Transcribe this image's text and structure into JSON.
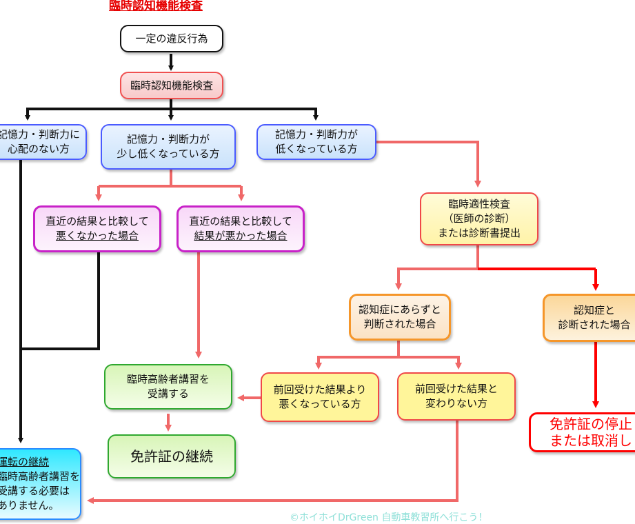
{
  "title": "臨時認知機能検査",
  "colors": {
    "title": "#e60000",
    "black_line": "#111111",
    "pink_line": "#f06868",
    "red_line": "#ff0000"
  },
  "nodes": {
    "violation": {
      "lines": [
        "一定の違反行為"
      ]
    },
    "exam": {
      "lines": [
        "臨時認知機能検査"
      ]
    },
    "no_concern": {
      "lines": [
        "記憶力・判断力に",
        "心配のない方"
      ]
    },
    "slightly_low": {
      "lines": [
        "記憶力・判断力が",
        "少し低くなっている方"
      ]
    },
    "low": {
      "lines": [
        "記憶力・判断力が",
        "低くなっている方"
      ]
    },
    "not_worse": {
      "lines": [
        "直近の結果と比較して",
        "悪くなかった場合"
      ]
    },
    "worse": {
      "lines": [
        "直近の結果と比較して",
        "結果が悪かった場合"
      ]
    },
    "aptitude": {
      "lines": [
        "臨時適性検査",
        "（医師の診断）",
        "または診断書提出"
      ]
    },
    "not_dementia": {
      "lines": [
        "認知症にあらずと",
        "判断された場合"
      ]
    },
    "dementia": {
      "lines": [
        "認知症と",
        "診断された場合"
      ]
    },
    "worse_than_prev": {
      "lines": [
        "前回受けた結果より",
        "悪くなっている方"
      ]
    },
    "same_as_prev": {
      "lines": [
        "前回受けた結果と",
        "変わりない方"
      ]
    },
    "lecture": {
      "lines": [
        "臨時高齢者講習を",
        "受講する"
      ]
    },
    "license_continue": {
      "lines": [
        "免許証の継続"
      ]
    },
    "suspend": {
      "lines": [
        "免許証の停止",
        "または取消し"
      ]
    },
    "driving_continue": {
      "heading": "運転の継続",
      "lines": [
        "臨時高齢者講習を",
        "受講する必要は",
        "ありません。"
      ]
    }
  },
  "watermark": "©ホイホイDrGreen 自動車教習所へ行こう！"
}
